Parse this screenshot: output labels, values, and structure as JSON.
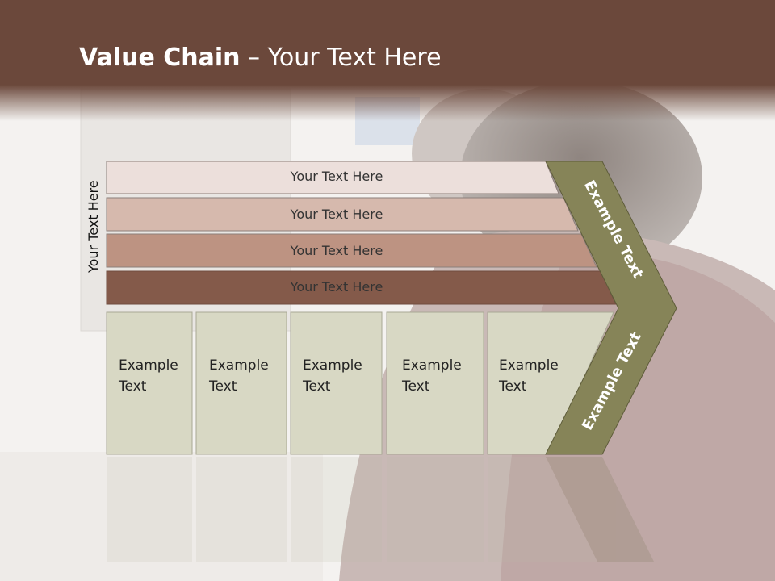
{
  "slide": {
    "title_bold": "Value Chain",
    "title_rest": " – Your Text Here",
    "side_label": "Your Text Here"
  },
  "bars": [
    {
      "label": "Your Text Here",
      "color": "#ecdfdb"
    },
    {
      "label": "Your Text Here",
      "color": "#d6b9ad"
    },
    {
      "label": "Your Text Here",
      "color": "#bd9382"
    },
    {
      "label": "Your Text Here",
      "color": "#845a4a"
    }
  ],
  "boxes": [
    {
      "label": "Example Text"
    },
    {
      "label": "Example Text"
    },
    {
      "label": "Example Text"
    },
    {
      "label": "Example Text"
    },
    {
      "label": "Example Text"
    }
  ],
  "chevron": {
    "upper_label": "Example Text",
    "lower_label": "Example Text",
    "color": "#868458"
  },
  "colors": {
    "header": "#6b483b",
    "box_fill": "#d8d8c4"
  }
}
